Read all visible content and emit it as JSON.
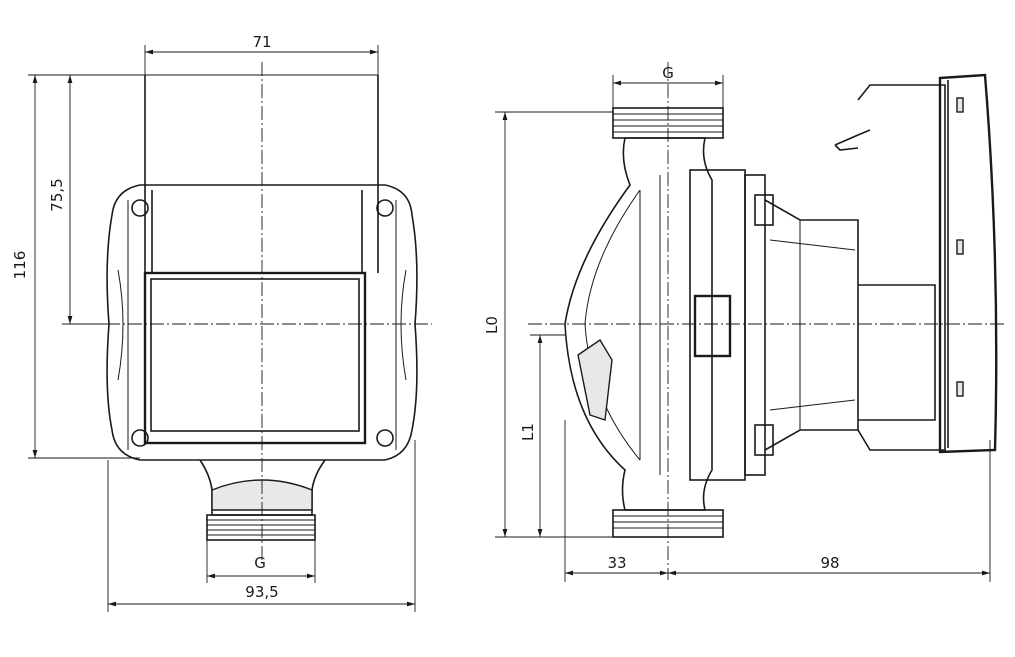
{
  "front_view": {
    "width_top": "71",
    "height_to_center": "75,5",
    "height_total": "116",
    "port_thread": "G",
    "width_total": "93,5"
  },
  "side_view": {
    "port_thread": "G",
    "length_L0": "L0",
    "length_L1": "L1",
    "depth_front": "33",
    "depth_back": "98"
  }
}
